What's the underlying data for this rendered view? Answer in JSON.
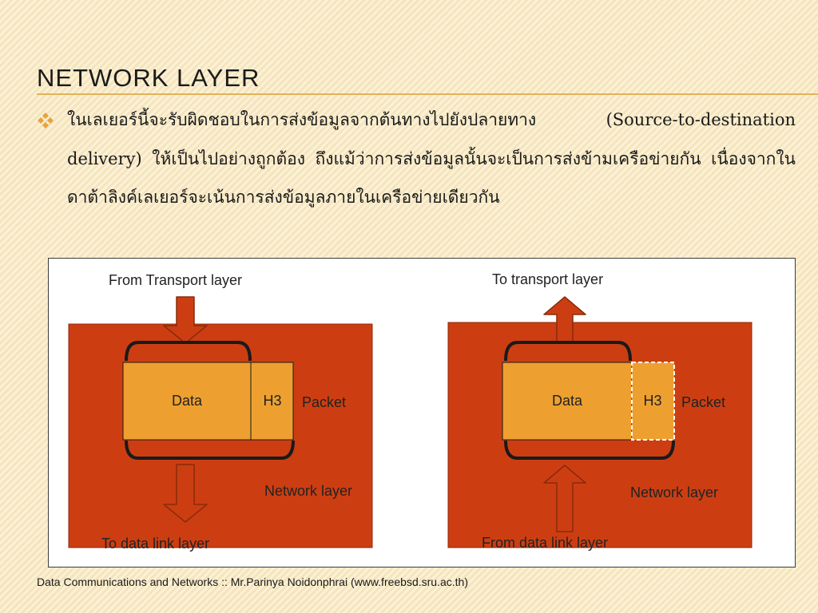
{
  "slide": {
    "title": "Network Layer",
    "body": "ในเลเยอร์นี้จะรับผิดชอบในการส่งข้อมูลจากต้นทางไปยังปลายทาง (Source-to-destination delivery) ให้เป็นไปอย่างถูกต้อง ถึงแม้ว่าการส่งข้อมูลนั้นจะเป็นการส่งข้ามเครือข่ายกัน เนื่องจากในดาต้าลิงค์เลเยอร์จะเน้นการส่งข้อมูลภายในเครือข่ายเดียวกัน",
    "footer": "Data Communications and Networks :: Mr.Parinya Noidonphrai (www.freebsd.sru.ac.th)"
  },
  "diagram": {
    "sender": {
      "top_label": "From Transport layer",
      "bottom_label": "To data link layer",
      "data_label": "Data",
      "header_label": "H3",
      "packet_label": "Packet",
      "layer_label": "Network layer"
    },
    "receiver": {
      "top_label": "To transport layer",
      "bottom_label": "From data link layer",
      "data_label": "Data",
      "header_label": "H3",
      "packet_label": "Packet",
      "layer_label": "Network layer"
    },
    "colors": {
      "layer_fill": "#cc3e12",
      "data_fill": "#eda030",
      "arrow_fill": "#cc3e12",
      "bracket": "#1a1a1a",
      "bullet": "#e8a33c",
      "title_rule": "#e2b25a"
    }
  }
}
